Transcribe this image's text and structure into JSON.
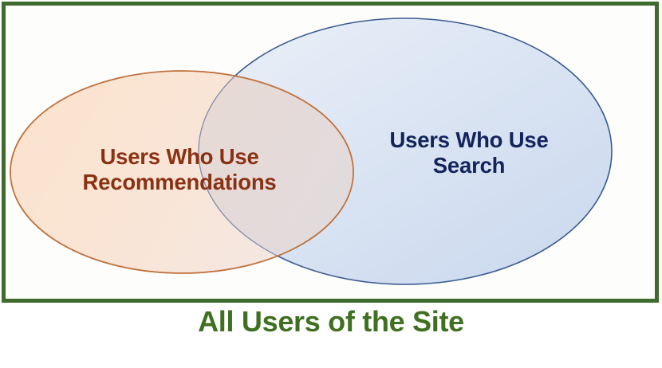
{
  "diagram": {
    "type": "venn",
    "title": "All Users of the Site",
    "universe_label": "All Users of the Site",
    "sets": [
      {
        "id": "recommendations",
        "label": "Users Who Use\nRecommendations",
        "label_line_1": "Users Who Use",
        "label_line_2": "Recommendations",
        "text_color": "#8a3112",
        "fill_color": "#fae3d1",
        "stroke_color": "#c0703a"
      },
      {
        "id": "search",
        "label": "Users Who Use\nSearch",
        "label_line_1": "Users Who Use",
        "label_line_2": "Search",
        "text_color": "#13245d",
        "fill_color": "#dce5f2",
        "stroke_color": "#3b5a8f"
      }
    ],
    "intersection": {
      "id": "both",
      "label": "",
      "fill_color": "#e8e2df"
    },
    "universe": {
      "border_color": "#3f6b2c",
      "background_color": "#fdfdfc",
      "caption_color": "#3f7021"
    }
  },
  "chart_data": {
    "type": "venn",
    "title": "All Users of the Site",
    "categories": [
      "Users Who Use Recommendations",
      "Users Who Use Search"
    ],
    "series": [
      {
        "name": "Users Who Use Recommendations",
        "values": []
      },
      {
        "name": "Users Who Use Search",
        "values": []
      }
    ],
    "annotations": [
      "All Users of the Site"
    ],
    "legend": "none",
    "grid": false
  }
}
